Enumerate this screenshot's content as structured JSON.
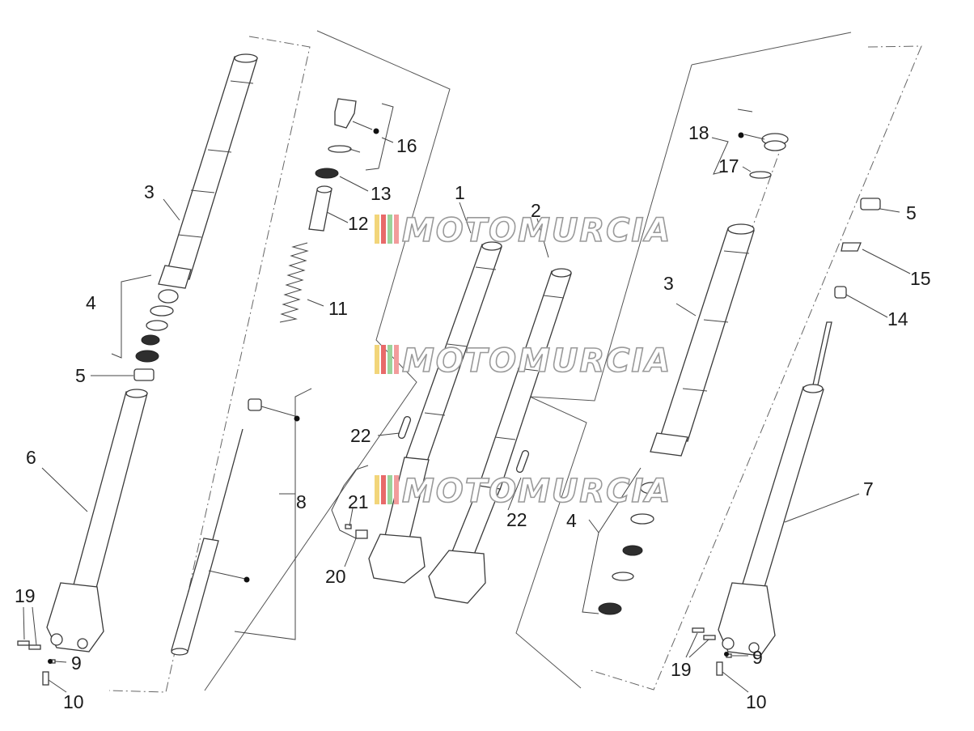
{
  "watermark": {
    "text": "MOTOMURCIA",
    "stripe_colors": [
      "#f2d57a",
      "#e86a6a",
      "#9bd39b",
      "#f29c9c"
    ]
  },
  "callouts": {
    "c1": "1",
    "c2": "2",
    "c3_left": "3",
    "c3_right": "3",
    "c4_left": "4",
    "c4_right": "4",
    "c5_left": "5",
    "c5_right": "5",
    "c6": "6",
    "c7": "7",
    "c8": "8",
    "c9_left": "9",
    "c9_right": "9",
    "c10_left": "10",
    "c10_right": "10",
    "c11": "11",
    "c12": "12",
    "c13": "13",
    "c14": "14",
    "c15": "15",
    "c16": "16",
    "c17": "17",
    "c18": "18",
    "c19_left": "19",
    "c19_right": "19",
    "c20": "20",
    "c21": "21",
    "c22_left": "22",
    "c22_right": "22"
  }
}
